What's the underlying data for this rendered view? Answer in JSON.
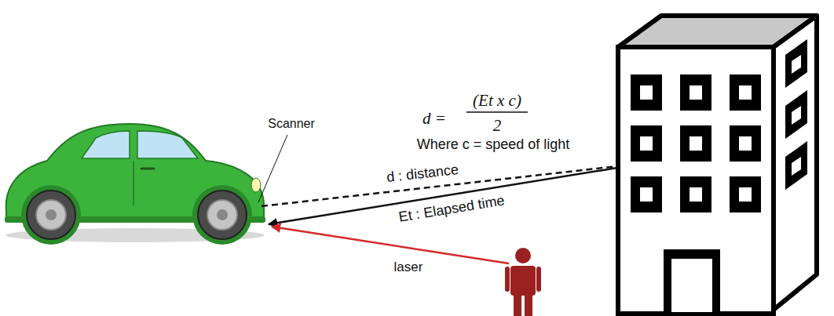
{
  "diagram": {
    "labels": [
      "d =",
      "(Et x c)",
      "2",
      "Where c = speed of light",
      "Scanner",
      "d : distance",
      "Et : Elapsed time",
      "laser"
    ]
  }
}
